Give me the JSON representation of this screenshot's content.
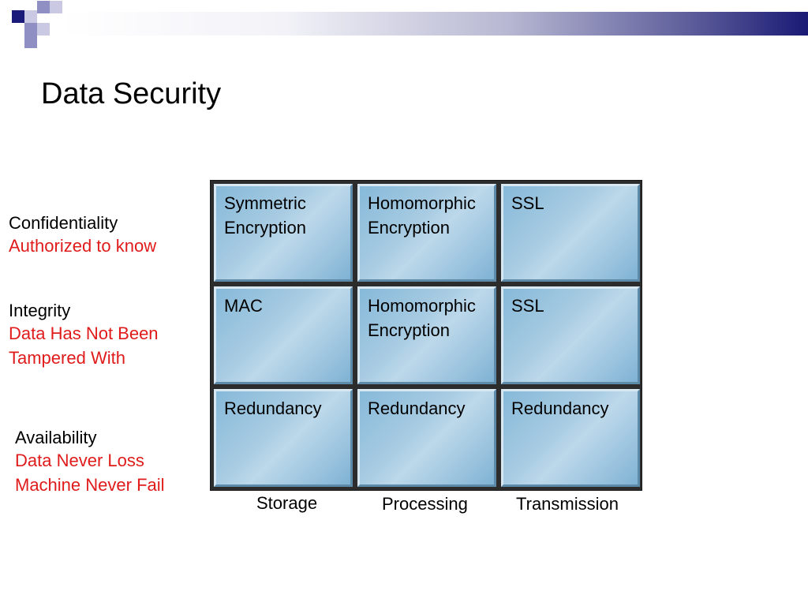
{
  "slide": {
    "title": "Data Security"
  },
  "rows": [
    {
      "name": "Confidentiality",
      "desc": [
        "Authorized to know"
      ]
    },
    {
      "name": "Integrity",
      "desc": [
        "Data Has Not Been",
        "Tampered With"
      ]
    },
    {
      "name": "Availability",
      "desc": [
        "Data Never Loss",
        "Machine Never Fail"
      ]
    }
  ],
  "columns": [
    "Storage",
    "Processing",
    "Transmission"
  ],
  "cells": [
    [
      [
        "Symmetric",
        "Encryption"
      ],
      [
        "Homomorphic",
        "Encryption"
      ],
      [
        "SSL"
      ]
    ],
    [
      [
        "MAC"
      ],
      [
        "Homomorphic",
        "Encryption"
      ],
      [
        "SSL"
      ]
    ],
    [
      [
        "Redundancy"
      ],
      [
        "Redundancy"
      ],
      [
        "Redundancy"
      ]
    ]
  ],
  "colors": {
    "description_text": "#e01b1b",
    "header_accent": "#1a1a7a",
    "cell_fill": "#a7cbe2"
  }
}
